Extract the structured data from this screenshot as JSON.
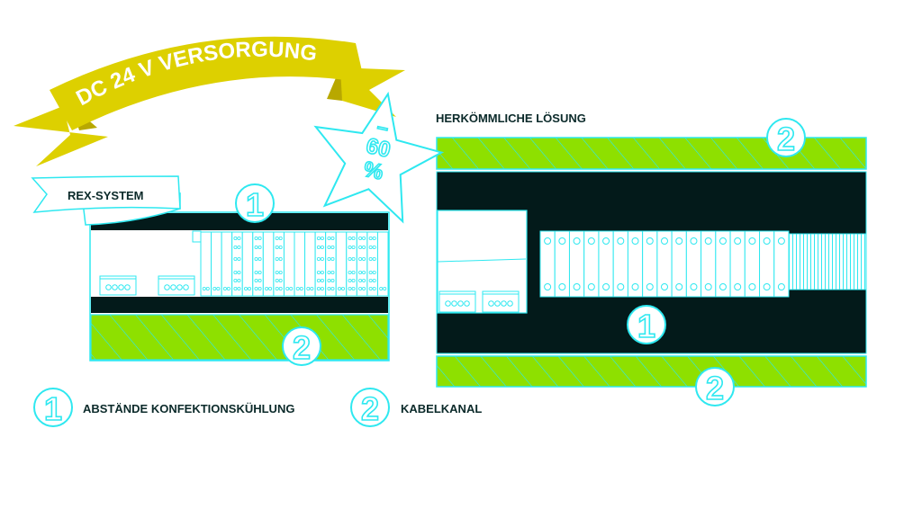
{
  "banner": {
    "title": "DC 24 V VERSORGUNG"
  },
  "badge": {
    "minus": "–",
    "value": "60",
    "unit": "%"
  },
  "left_diagram": {
    "label": "REX-SYSTEM",
    "marker_1": "1",
    "marker_2": "2"
  },
  "right_diagram": {
    "label": "HERKÖMMLICHE LÖSUNG",
    "marker_1": "1",
    "marker_2_top": "2",
    "marker_2_bottom": "2"
  },
  "legend": [
    {
      "number": "1",
      "label": "ABSTÄNDE KONFEKTIONSKÜHLUNG"
    },
    {
      "number": "2",
      "label": "KABELKANAL"
    }
  ],
  "colors": {
    "dark": "#031a1a",
    "green": "#8ee000",
    "cyan": "#2ee8f0",
    "yellow": "#ddd000",
    "yellow_dark": "#b8a800"
  }
}
